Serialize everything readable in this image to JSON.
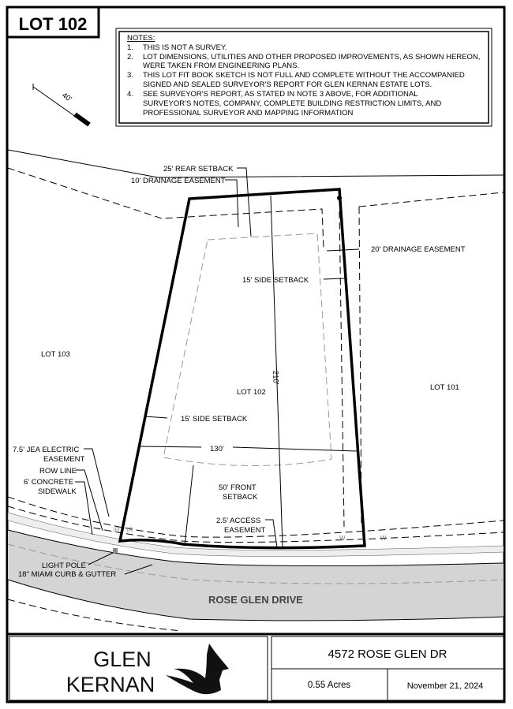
{
  "sheet": {
    "lot_title": "LOT 102",
    "scale_label": "40'"
  },
  "notes": {
    "heading": "NOTES:",
    "items": [
      {
        "num": "1.",
        "lines": [
          "THIS IS NOT A SURVEY."
        ]
      },
      {
        "num": "2.",
        "lines": [
          "LOT DIMENSIONS, UTILITIES AND OTHER PROPOSED IMPROVEMENTS, AS SHOWN HEREON,",
          "WERE TAKEN FROM ENGINEERING PLANS."
        ]
      },
      {
        "num": "3.",
        "lines": [
          "THIS LOT FIT BOOK SKETCH IS NOT FULL AND COMPLETE WITHOUT THE ACCOMPANIED",
          "SIGNED AND SEALED SURVEYOR'S REPORT FOR GLEN KERNAN ESTATE LOTS."
        ]
      },
      {
        "num": "4.",
        "lines": [
          "SEE SURVEYOR'S REPORT, AS STATED IN NOTE 3 ABOVE, FOR ADDITIONAL",
          "SURVEYOR'S NOTES, COMPANY, COMPLETE BUILDING RESTRICTION LIMITS, AND",
          "PROFESSIONAL SURVEYOR AND MAPPING INFORMATION"
        ]
      }
    ]
  },
  "plan": {
    "lots": {
      "left": "LOT 103",
      "center": "LOT 102",
      "right": "LOT 101"
    },
    "labels": {
      "rear_setback": "25' REAR SETBACK",
      "drainage_rear": "10' DRAINAGE EASEMENT",
      "drainage_side": "20' DRAINAGE EASEMENT",
      "side_setback_right": "15' SIDE SETBACK",
      "side_setback_left": "15' SIDE SETBACK",
      "depth": "210'",
      "width": "130'",
      "front_setback": [
        "50' FRONT",
        "SETBACK"
      ],
      "access_easement": [
        "2.5' ACCESS",
        "EASEMENT"
      ],
      "jea_easement": [
        "7.5' JEA ELECTRIC",
        "EASEMENT"
      ],
      "row_line": "ROW LINE",
      "sidewalk": [
        "6' CONCRETE",
        "SIDEWALK"
      ],
      "light_pole": "LIGHT POLE",
      "curb": "18\" MIAMI CURB & GUTTER",
      "street": "ROSE GLEN DRIVE",
      "ir": "IR",
      "w": "W"
    }
  },
  "title_block": {
    "logo_line1": "GLEN",
    "logo_line2": "KERNAN",
    "address": "4572 ROSE GLEN DR",
    "acreage": "0.55 Acres",
    "date": "November 21, 2024"
  }
}
